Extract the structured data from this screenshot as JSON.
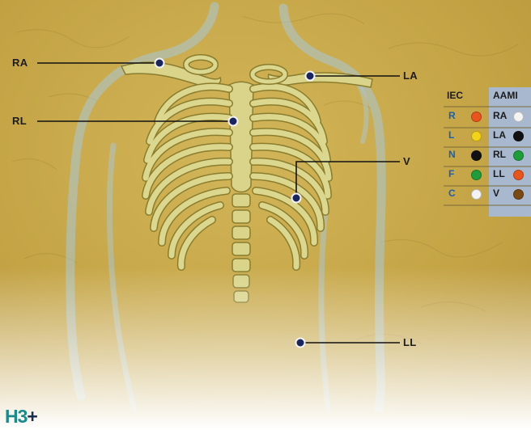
{
  "leads": {
    "ra": "RA",
    "rl": "RL",
    "la": "LA",
    "v": "V",
    "ll": "LL"
  },
  "legend": {
    "col_iec": "IEC",
    "col_aami": "AAMI",
    "rows": [
      {
        "iec": "R",
        "iec_color": "#e8541e",
        "aami": "RA",
        "aami_color": "#f4f4f4"
      },
      {
        "iec": "L",
        "iec_color": "#f2d21a",
        "aami": "LA",
        "aami_color": "#111111"
      },
      {
        "iec": "N",
        "iec_color": "#111111",
        "aami": "RL",
        "aami_color": "#1f9d3a"
      },
      {
        "iec": "F",
        "iec_color": "#1f9d3a",
        "aami": "LL",
        "aami_color": "#e8541e"
      },
      {
        "iec": "C",
        "iec_color": "#f4f4f4",
        "aami": "V",
        "aami_color": "#7a4a14"
      }
    ]
  },
  "logo": {
    "part1": "H3",
    "part2": "+"
  },
  "colors": {
    "parchment": "#c9a94a",
    "skin_outline": "#a9c8d8",
    "rib": "#d9d48a",
    "marker": "#1a2560",
    "iec_letter": "#1e5fa8",
    "legend_bg": "#a8b8cf",
    "logo_teal": "#1a8a8a",
    "logo_dark": "#1b2f4d"
  }
}
